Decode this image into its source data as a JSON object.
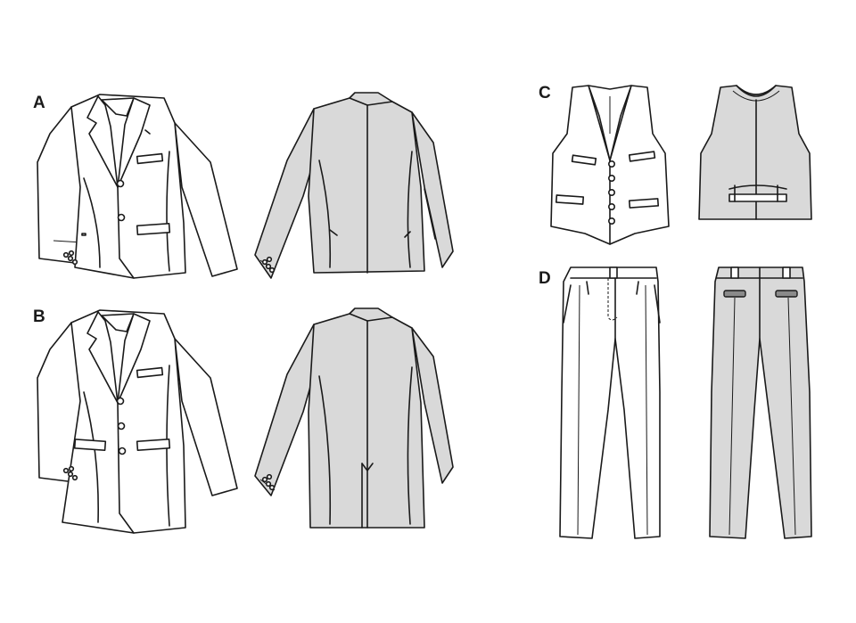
{
  "labels": {
    "a": "A",
    "b": "B",
    "c": "C",
    "d": "D"
  },
  "colors": {
    "line": "#1a1a1a",
    "front_fill": "#ffffff",
    "back_fill": "#d9d9d9",
    "accent_fill": "#8a8a8a"
  }
}
